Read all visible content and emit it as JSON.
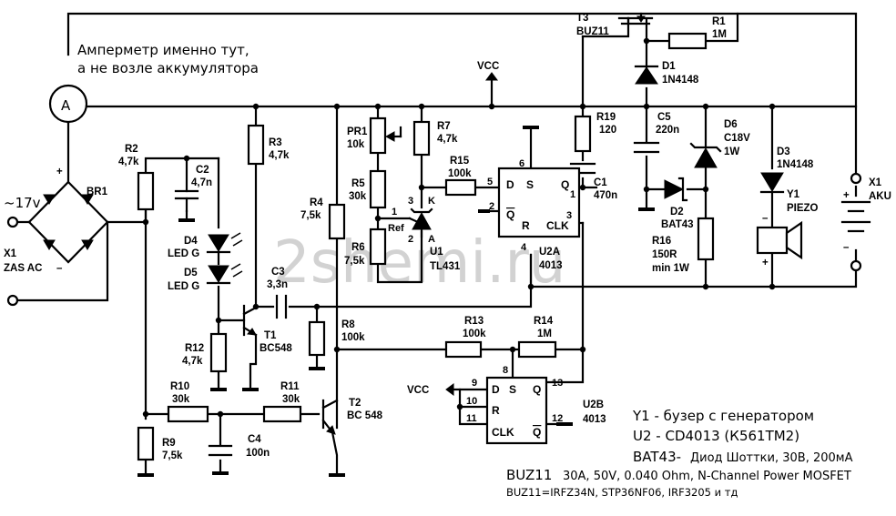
{
  "watermark": "2shemi.ru",
  "notes": {
    "ammeter_line1": "Амперметр именно тут,",
    "ammeter_line2": "а не возле аккумулятора",
    "buzzer": "Y1 - бузер с генератором",
    "u2": "U2 - CD4013 (К561ТМ2)",
    "bat43_name": "BAT43-",
    "bat43_desc": "Диод Шоттки, 30В, 200мА",
    "buz11_name": "BUZ11",
    "buz11_desc": "30A, 50V, 0.040 Ohm, N-Channel Power MOSFET",
    "buz11_equiv": "BUZ11=IRFZ34N, STP36NF06, IRF3205 и тд"
  },
  "input": {
    "voltage": "~17v",
    "connector": "X1",
    "connector_type": "ZAS AC",
    "plus": "+",
    "minus": "–"
  },
  "ammeter": {
    "symbol": "A"
  },
  "battery": {
    "ref": "X1",
    "name": "AKU",
    "plus": "+",
    "minus": "–"
  },
  "vcc_labels": [
    "VCC",
    "VCC"
  ],
  "components": {
    "br1": {
      "ref": "BR1"
    },
    "r1": {
      "ref": "R1",
      "value": "1M"
    },
    "r2": {
      "ref": "R2",
      "value": "4,7k"
    },
    "r3": {
      "ref": "R3",
      "value": "4,7k"
    },
    "r4": {
      "ref": "R4",
      "value": "7,5k"
    },
    "r5": {
      "ref": "R5",
      "value": "30k"
    },
    "r6": {
      "ref": "R6",
      "value": "7,5k"
    },
    "r7": {
      "ref": "R7",
      "value": "4,7k"
    },
    "r8": {
      "ref": "R8",
      "value": "100k"
    },
    "r9": {
      "ref": "R9",
      "value": "7,5k"
    },
    "r10": {
      "ref": "R10",
      "value": "30k"
    },
    "r11": {
      "ref": "R11",
      "value": "30k"
    },
    "r12": {
      "ref": "R12",
      "value": "4,7k"
    },
    "r13": {
      "ref": "R13",
      "value": "100k"
    },
    "r14": {
      "ref": "R14",
      "value": "1M"
    },
    "r15": {
      "ref": "R15",
      "value": "100k"
    },
    "r16": {
      "ref": "R16",
      "value": "150R",
      "note": "min 1W"
    },
    "r19": {
      "ref": "R19",
      "value": "120"
    },
    "pr1": {
      "ref": "PR1",
      "value": "10k"
    },
    "c1": {
      "ref": "C1",
      "value": "470n"
    },
    "c2": {
      "ref": "C2",
      "value": "4,7n"
    },
    "c3": {
      "ref": "C3",
      "value": "3,3n"
    },
    "c4": {
      "ref": "C4",
      "value": "100n"
    },
    "c5": {
      "ref": "C5",
      "value": "220n"
    },
    "d1": {
      "ref": "D1",
      "value": "1N4148"
    },
    "d2": {
      "ref": "D2",
      "value": "BAT43"
    },
    "d3": {
      "ref": "D3",
      "value": "1N4148"
    },
    "d4": {
      "ref": "D4",
      "value": "LED G"
    },
    "d5": {
      "ref": "D5",
      "value": "LED G"
    },
    "d6": {
      "ref": "D6",
      "value": "C18V",
      "note": "1W"
    },
    "t1": {
      "ref": "T1",
      "value": "BC548"
    },
    "t2": {
      "ref": "T2",
      "value": "BC 548"
    },
    "t3": {
      "ref": "T3",
      "value": "BUZ11"
    },
    "u1": {
      "ref": "U1",
      "value": "TL431",
      "pin_k": "K",
      "pin_a": "A",
      "pin_ref": "Ref",
      "n1": "1",
      "n2": "2",
      "n3": "3"
    },
    "y1": {
      "ref": "Y1",
      "value": "PIEZO",
      "plus": "+",
      "minus": "–"
    }
  },
  "u2a": {
    "ref": "U2A",
    "part": "4013",
    "pins": {
      "d": "D",
      "s": "S",
      "q": "Q",
      "qbar": "Q",
      "r": "R",
      "clk": "CLK"
    },
    "numbers": [
      "5",
      "6",
      "1",
      "2",
      "4",
      "3"
    ]
  },
  "u2b": {
    "ref": "U2B",
    "part": "4013",
    "pins": {
      "d": "D",
      "s": "S",
      "q": "Q",
      "r": "R",
      "clk": "CLK",
      "qbar": "Q"
    },
    "numbers": [
      "9",
      "8",
      "13",
      "10",
      "11",
      "12"
    ]
  }
}
